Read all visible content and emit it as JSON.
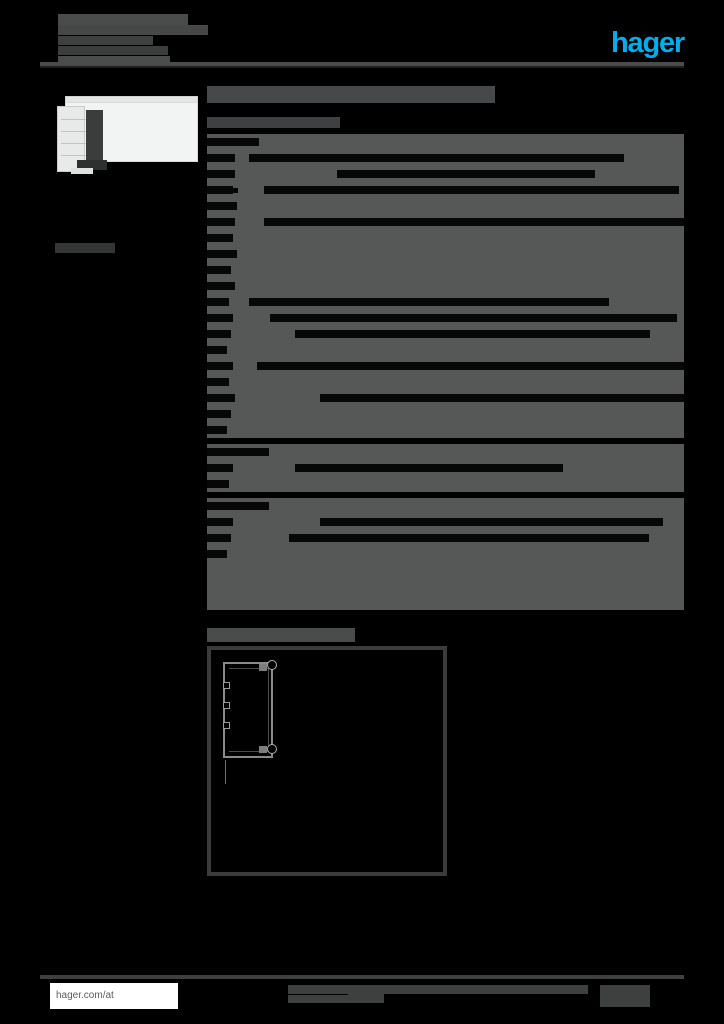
{
  "document": {
    "type": "product-datasheet",
    "brand": "hager",
    "brand_color": "#00aeef",
    "page_background": "#000000",
    "table_background": "#565858",
    "redaction_color": "#070707",
    "redacted": true,
    "redaction_note": "All body text in this document is redacted/obscured; only the brand logo and the footer URL remain legible."
  },
  "header": {
    "doc_code": "",
    "title_line_1": "",
    "title_line_2": "",
    "title_line_3": "",
    "title_line_4": "",
    "logo_text": "hager"
  },
  "left_column": {
    "product_image_alt": "cable-trunking-product-photo",
    "caption": ""
  },
  "main": {
    "page_title": "",
    "section_heading": "",
    "spec_groups": [
      {
        "rows": [
          {
            "label_w": 52,
            "value_x": 0,
            "value_w": 0
          },
          {
            "label_w": 28,
            "value_x": 42,
            "value_w": 375
          },
          {
            "label_w": 28,
            "value_x": 130,
            "value_w": 258
          },
          {
            "label_w": 26,
            "value_x": 57,
            "value_w": 415,
            "bullet": true
          },
          {
            "label_w": 30,
            "value_x": 0,
            "value_w": 0
          },
          {
            "label_w": 28,
            "value_x": 57,
            "value_w": 420
          },
          {
            "label_w": 26,
            "value_x": 0,
            "value_w": 0
          },
          {
            "label_w": 30,
            "value_x": 0,
            "value_w": 0
          },
          {
            "label_w": 24,
            "value_x": 0,
            "value_w": 0
          },
          {
            "label_w": 28,
            "value_x": 0,
            "value_w": 0
          },
          {
            "label_w": 22,
            "value_x": 42,
            "value_w": 360
          },
          {
            "label_w": 26,
            "value_x": 63,
            "value_w": 407
          },
          {
            "label_w": 24,
            "value_x": 88,
            "value_w": 355
          },
          {
            "label_w": 20,
            "value_x": 0,
            "value_w": 0
          },
          {
            "label_w": 26,
            "value_x": 50,
            "value_w": 427
          },
          {
            "label_w": 22,
            "value_x": 0,
            "value_w": 0
          },
          {
            "label_w": 28,
            "value_x": 113,
            "value_w": 364
          },
          {
            "label_w": 24,
            "value_x": 0,
            "value_w": 0
          },
          {
            "label_w": 20,
            "value_x": 0,
            "value_w": 0
          }
        ]
      },
      {
        "rows": [
          {
            "label_w": 62,
            "value_x": 0,
            "value_w": 0
          },
          {
            "label_w": 26,
            "value_x": 88,
            "value_w": 268
          },
          {
            "label_w": 22,
            "value_x": 0,
            "value_w": 0
          }
        ]
      },
      {
        "rows": [
          {
            "label_w": 62,
            "value_x": 0,
            "value_w": 0
          },
          {
            "label_w": 26,
            "value_x": 113,
            "value_w": 343
          },
          {
            "label_w": 24,
            "value_x": 82,
            "value_w": 360
          },
          {
            "label_w": 20,
            "value_x": 0,
            "value_w": 0
          },
          {
            "label_w": 0,
            "value_x": 0,
            "value_w": 0
          },
          {
            "label_w": 0,
            "value_x": 0,
            "value_w": 0
          },
          {
            "label_w": 0,
            "value_x": 0,
            "value_w": 0
          }
        ]
      }
    ]
  },
  "drawing": {
    "heading": "",
    "caption": "",
    "figure_alt": "trunking-cross-section-technical-drawing"
  },
  "footer": {
    "url": "hager.com/at",
    "center_text": "",
    "right_text": ""
  }
}
